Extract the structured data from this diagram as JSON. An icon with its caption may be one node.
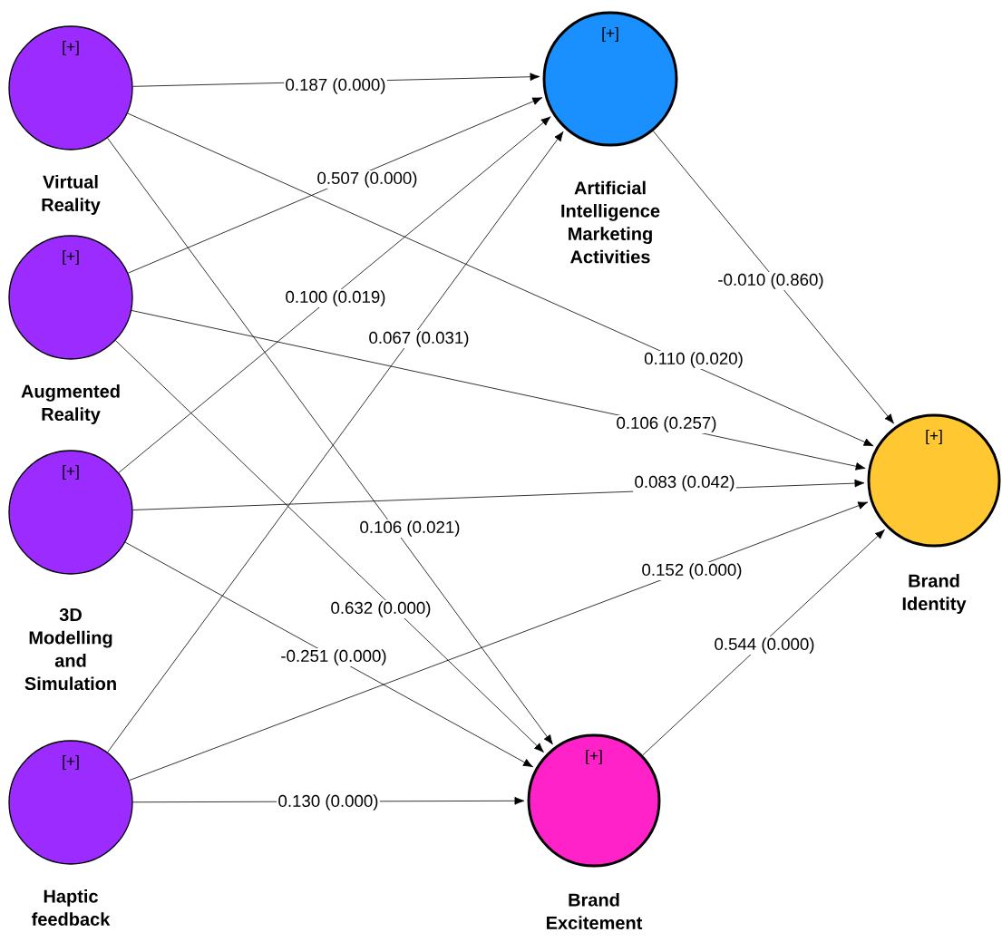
{
  "diagram": {
    "nodes": [
      {
        "text": [
          "[+]",
          "Virtual Reality"
        ]
      },
      {
        "text": [
          "[+]",
          "Augmented Reality"
        ]
      },
      {
        "text": [
          "[+]",
          "3D Modelling and Simulation"
        ]
      },
      {
        "text": [
          "[+]",
          "Haptic feedback"
        ]
      },
      {
        "text": [
          "[+]",
          "Artificial Intelligence Marketing Activities"
        ]
      },
      {
        "text": [
          "[+]",
          "Brand Excitement"
        ]
      },
      {
        "text": [
          "[+]",
          "Brand Identity"
        ]
      }
    ],
    "edges": [
      {
        "from": 0,
        "to": 4,
        "arrow": "to",
        "label": "0.187 (0.000)"
      },
      {
        "from": 1,
        "to": 4,
        "arrow": "to",
        "label": "0.507 (0.000)"
      },
      {
        "from": 2,
        "to": 4,
        "arrow": "to",
        "label": "0.100 (0.019)"
      },
      {
        "from": 3,
        "to": 4,
        "arrow": "to",
        "label": "0.067 (0.031)"
      },
      {
        "from": 4,
        "to": 6,
        "arrow": "to",
        "label": "-0.010 (0.860)"
      },
      {
        "from": 0,
        "to": 6,
        "arrow": "to",
        "label": "0.110 (0.020)"
      },
      {
        "from": 1,
        "to": 6,
        "arrow": "to",
        "label": "0.106 (0.257)"
      },
      {
        "from": 2,
        "to": 6,
        "arrow": "to",
        "label": "0.083 (0.042)"
      },
      {
        "from": 3,
        "to": 6,
        "arrow": "to",
        "label": "0.152 (0.000)"
      },
      {
        "from": 0,
        "to": 5,
        "arrow": "to",
        "label": "0.106 (0.021)"
      },
      {
        "from": 1,
        "to": 5,
        "arrow": "to",
        "label": "0.632 (0.000)"
      },
      {
        "from": 2,
        "to": 5,
        "arrow": "to",
        "label": "-0.251 (0.000)"
      },
      {
        "from": 3,
        "to": 5,
        "arrow": "to",
        "label": "0.130 (0.000)"
      },
      {
        "from": 5,
        "to": 6,
        "arrow": "to",
        "label": "0.544 (0.000)"
      }
    ]
  }
}
